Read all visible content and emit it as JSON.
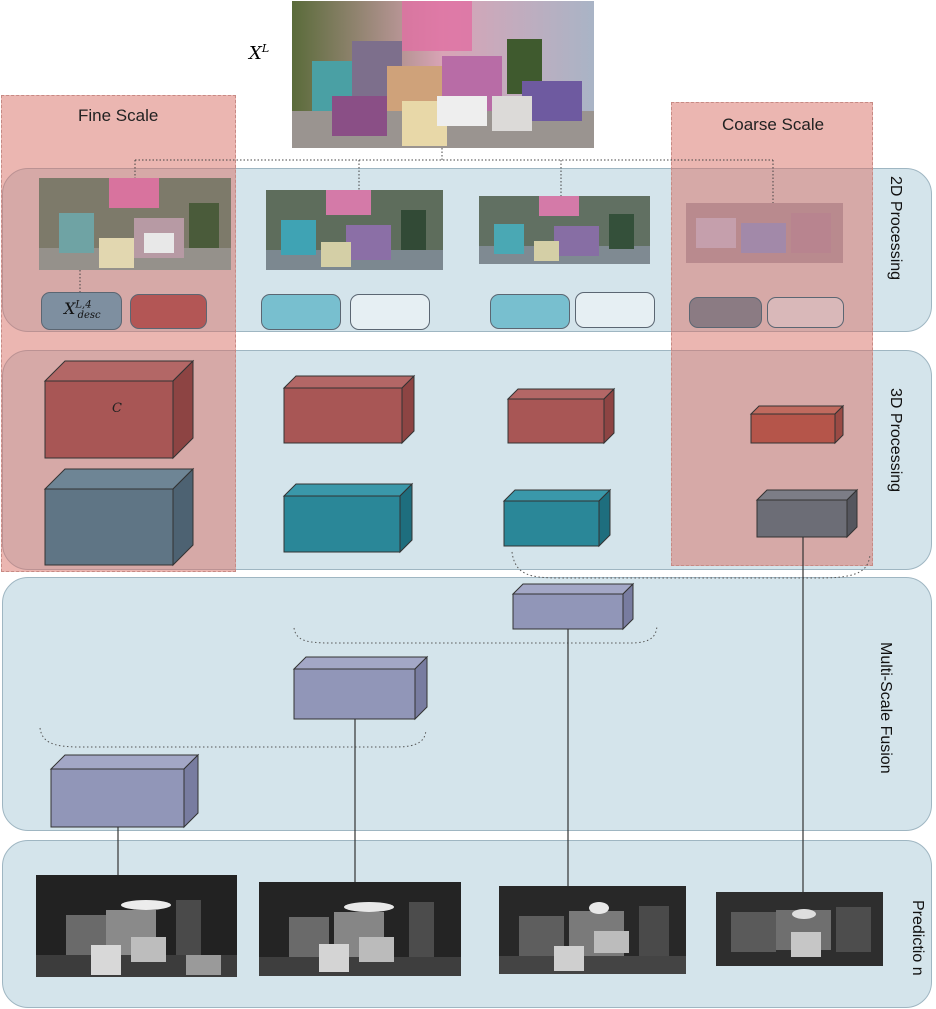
{
  "input_label_base": "X",
  "input_label_sup": "L",
  "fine_scale_label": "Fine Scale",
  "coarse_scale_label": "Coarse Scale",
  "stages": {
    "processing_2d": "2D Processing",
    "processing_3d": "3D Processing",
    "fusion": "Multi-Scale Fusion",
    "prediction": "Predictio n"
  },
  "descriptor_label_base": "X",
  "descriptor_label_sup": "L,4",
  "descriptor_label_sub": "desc",
  "cost_volume_label": "C",
  "colors": {
    "panel": "#d4e4eb",
    "scale_highlight": "#d76e64",
    "red_volume": "#a85655",
    "teal_volume": "#2a8798",
    "slate_volume": "#5f7585",
    "fusion_volume": "#9196b8",
    "gray_volume": "#6c6d76",
    "light_teal_pill": "#78bfcf",
    "red_pill": "#b35655"
  }
}
